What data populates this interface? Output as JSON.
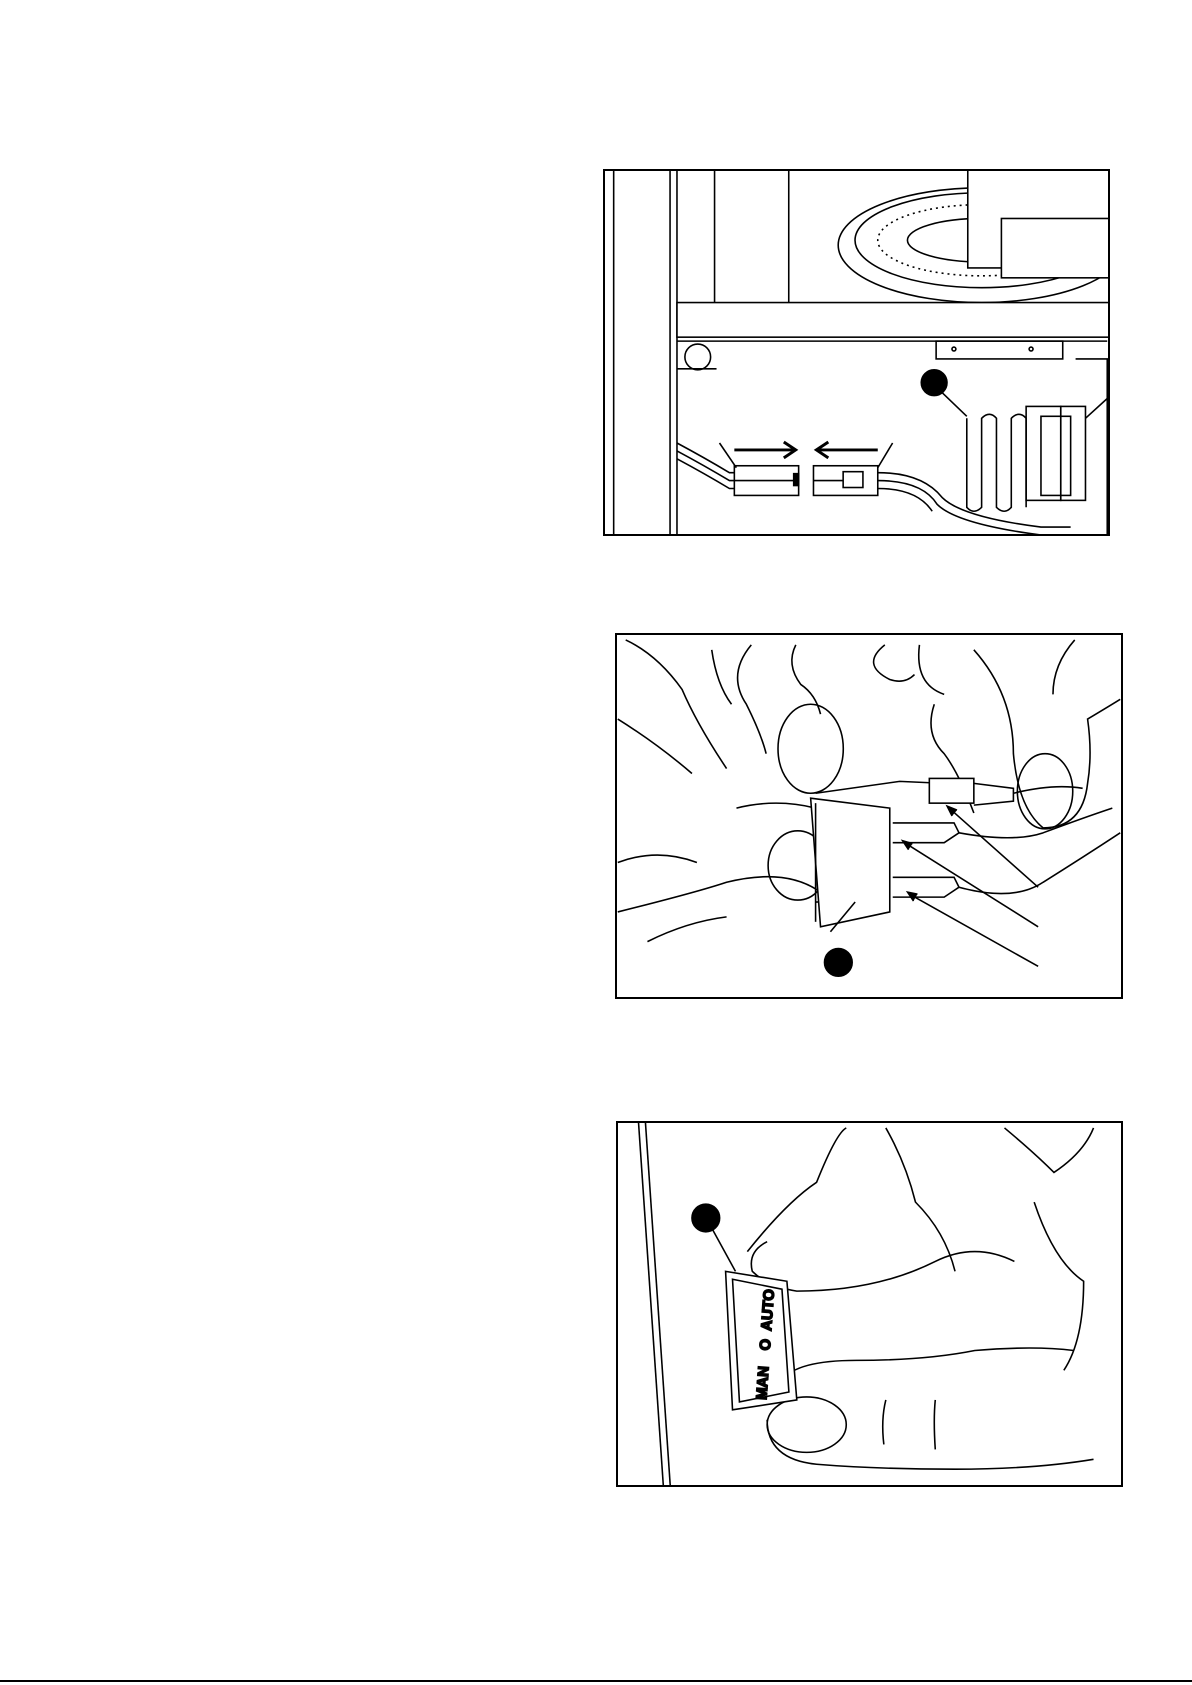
{
  "figures": [
    {
      "id": "connector-unplug",
      "callout_marker": true
    },
    {
      "id": "switch-wires",
      "callout_marker": true
    },
    {
      "id": "mode-switch",
      "callout_marker": true,
      "switch": {
        "label_left": "MAN",
        "label_middle": "O",
        "label_right": "AUTO"
      }
    }
  ],
  "colors": {
    "line": "#000000",
    "background": "#ffffff"
  }
}
